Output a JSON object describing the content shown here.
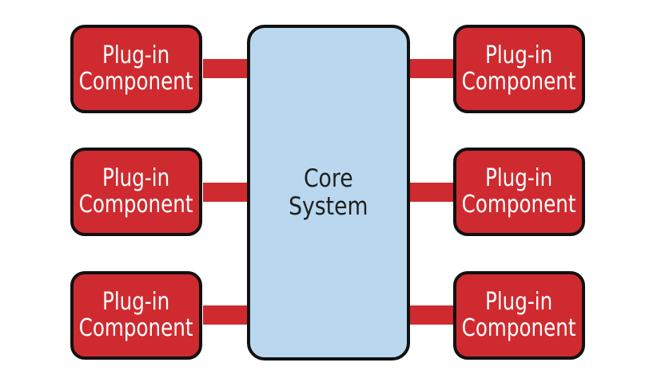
{
  "colors": {
    "plugin_fill": "#cf2a2f",
    "core_fill": "#b9d8ef"
  },
  "core": {
    "line1": "Core",
    "line2": "System"
  },
  "plugins": {
    "left": [
      {
        "line1": "Plug-in",
        "line2": "Component"
      },
      {
        "line1": "Plug-in",
        "line2": "Component"
      },
      {
        "line1": "Plug-in",
        "line2": "Component"
      }
    ],
    "right": [
      {
        "line1": "Plug-in",
        "line2": "Component"
      },
      {
        "line1": "Plug-in",
        "line2": "Component"
      },
      {
        "line1": "Plug-in",
        "line2": "Component"
      }
    ]
  }
}
